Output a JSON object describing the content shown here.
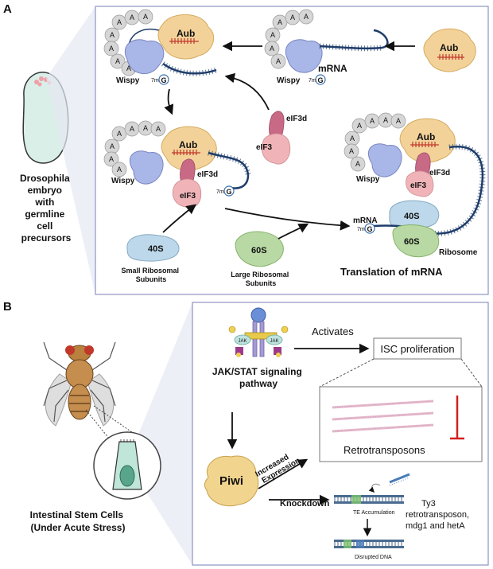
{
  "panel_a": {
    "letter": "A",
    "embryo_caption": [
      "Drosophila",
      "embryo",
      "with",
      "germline",
      "cell",
      "precursors"
    ],
    "poly_a": "A",
    "aub": "Aub",
    "wispy": "Wispy",
    "mrna": "mRNA",
    "cap_prefix": "7m",
    "cap_letter": "G",
    "eif3d": "eIF3d",
    "eif3": "eIF3",
    "s40": "40S",
    "s60": "60S",
    "ribosome": "Ribosome",
    "small_subunits": [
      "Small Ribosomal",
      "Subunits"
    ],
    "large_subunits": [
      "Large Ribosomal",
      "Subunits"
    ],
    "translation_title": "Translation of mRNA"
  },
  "panel_b": {
    "letter": "B",
    "stem_caption": [
      "Intestinal Stem Cells",
      "(Under Acute Stress)"
    ],
    "jak": "JAK",
    "jak_stat": [
      "JAK/STAT signaling",
      "pathway"
    ],
    "activates": "Activates",
    "isc": "ISC proliferation",
    "retro": "Retrotransposons",
    "piwi": "Piwi",
    "increased": [
      "Increased",
      "Expression"
    ],
    "knockdown": "Knockdown",
    "te_acc": "TE Accumulation",
    "disrupted": "Disrupted DNA",
    "ty3": [
      "Ty3",
      "retrotransposon,",
      "mdg1 and hetA"
    ]
  },
  "colors": {
    "aub": "#f3d29a",
    "wispy": "#a9b6e8",
    "eif3": "#f0b4b8",
    "eif3d": "#c86a86",
    "s40": "#bcd8ea",
    "s60": "#b9d9a4",
    "piwi": "#f1d48e",
    "red": "#d0201e",
    "rna": "#1f3d6b"
  }
}
